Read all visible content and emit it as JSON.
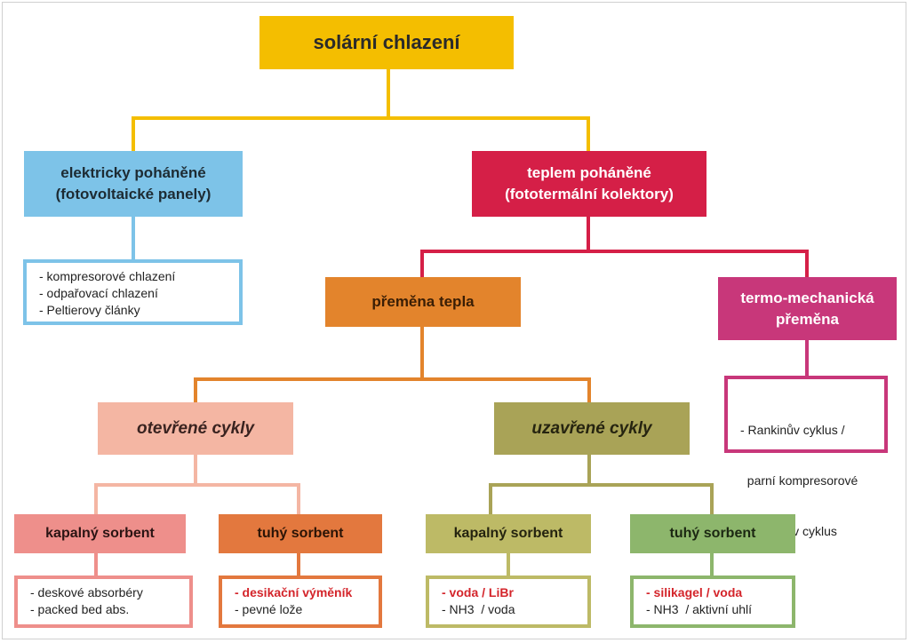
{
  "root": {
    "label": "solární chlazení"
  },
  "electric": {
    "label": "elektricky poháněné\n(fotovoltaické panely)"
  },
  "electric_list": [
    "- kompresorové chlazení",
    "- odpařovací chlazení",
    "- Peltierovy články"
  ],
  "thermal": {
    "label": "teplem poháněné\n(fototermální kolektory)"
  },
  "heat_conversion": {
    "label": "přeměna tepla"
  },
  "thermo_mech": {
    "label": "termo-mechanická\npřeměna"
  },
  "thermo_mech_list": [
    "- Rankinův cyklus /",
    "  parní kompresorové",
    "- Stirlingův cyklus"
  ],
  "open_cycles": {
    "label": "otevřené cykly"
  },
  "closed_cycles": {
    "label": "uzavřené cykly"
  },
  "open_liquid": {
    "label": "kapalný sorbent",
    "items": [
      "- deskové absorbéry",
      "- packed bed abs."
    ]
  },
  "open_solid": {
    "label": "tuhý sorbent",
    "items": [
      "- desikační výměník",
      "- pevné lože"
    ]
  },
  "closed_liquid": {
    "label": "kapalný sorbent",
    "items": [
      "- voda / LiBr",
      "- NH3  / voda"
    ]
  },
  "closed_solid": {
    "label": "tuhý sorbent",
    "items": [
      "- silikagel / voda",
      "- NH3  / aktivní uhlí"
    ]
  },
  "colors": {
    "root": "#f4be00",
    "electric": "#7dc3e8",
    "thermal": "#d51f47",
    "heat": "#e3842c",
    "thermo_mech": "#c8377a",
    "open_cycles": "#f4b6a3",
    "closed_cycles": "#a9a357",
    "open_liquid": "#ee8f8b",
    "open_solid": "#e3783e",
    "closed_liquid": "#bdba66",
    "closed_solid": "#8db66c",
    "highlight": "#d4252b"
  }
}
